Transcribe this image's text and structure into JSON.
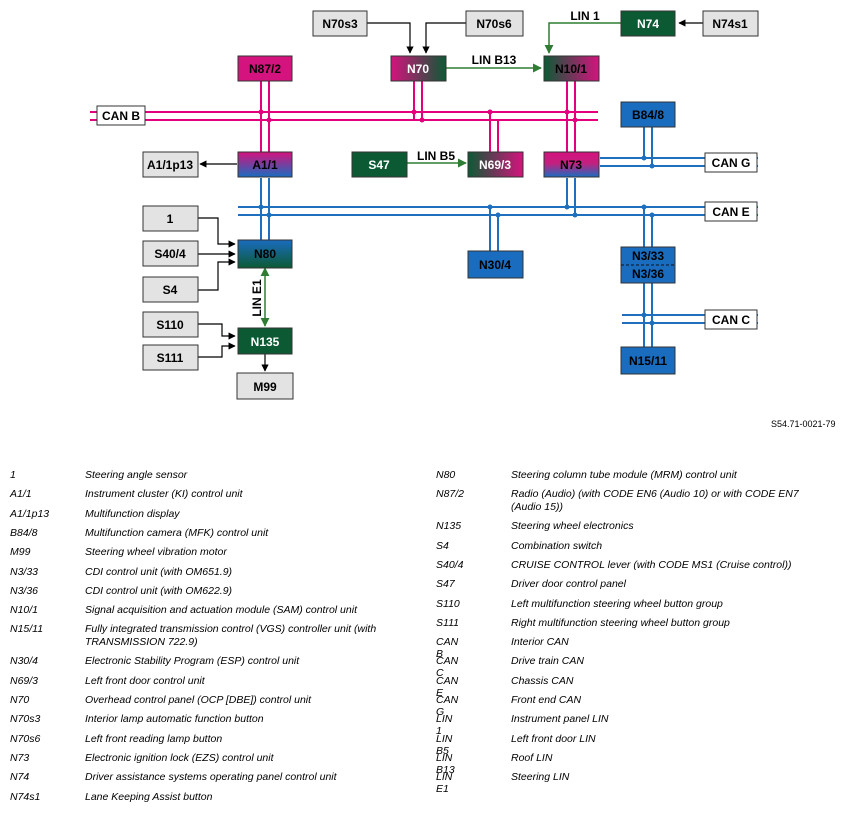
{
  "diagram": {
    "units": {
      "N70s3": "N70s3",
      "N70s6": "N70s6",
      "N74": "N74",
      "N74s1": "N74s1",
      "N87_2": "N87/2",
      "N70": "N70",
      "N10_1": "N10/1",
      "B84_8": "B84/8",
      "A1_1p13": "A1/1p13",
      "A1_1": "A1/1",
      "S47": "S47",
      "N69_3": "N69/3",
      "N73": "N73",
      "U1": "1",
      "S40_4": "S40/4",
      "S4": "S4",
      "N80": "N80",
      "N30_4": "N30/4",
      "N3_33": "N3/33",
      "N3_36": "N3/36",
      "S110": "S110",
      "S111": "S111",
      "N135": "N135",
      "M99": "M99",
      "N15_11": "N15/11"
    },
    "buses": {
      "can_b": "CAN B",
      "can_g": "CAN G",
      "can_e": "CAN E",
      "can_c": "CAN C",
      "lin_1": "LIN 1",
      "lin_b13": "LIN B13",
      "lin_b5": "LIN B5",
      "lin_e1": "LIN E1"
    },
    "reference": "S54.71-0021-79",
    "colors": {
      "can_b_line": "#e4007c",
      "can_e_line": "#1f6fbf",
      "lin_line": "#2e7d32",
      "box_green": "#0c5a34",
      "box_blue": "#1a6cbf",
      "box_magenta": "#d4137e",
      "box_grey": "#e3e3e3"
    }
  },
  "legend": {
    "left": [
      {
        "code": "1",
        "desc": "Steering angle sensor"
      },
      {
        "code": "A1/1",
        "desc": "Instrument cluster (KI) control unit"
      },
      {
        "code": "A1/1p13",
        "desc": "Multifunction display"
      },
      {
        "code": "B84/8",
        "desc": "Multifunction camera (MFK) control unit"
      },
      {
        "code": "M99",
        "desc": "Steering wheel vibration motor"
      },
      {
        "code": "N3/33",
        "desc": "CDI control unit (with OM651.9)"
      },
      {
        "code": "N3/36",
        "desc": "CDI control unit (with OM622.9)"
      },
      {
        "code": "N10/1",
        "desc": "Signal acquisition and actuation module (SAM) control unit"
      },
      {
        "code": "N15/11",
        "desc": "Fully integrated transmission control (VGS) controller unit (with TRANSMISSION 722.9)"
      },
      {
        "code": "N30/4",
        "desc": "Electronic Stability Program (ESP) control unit"
      },
      {
        "code": "N69/3",
        "desc": "Left front door control unit"
      },
      {
        "code": "N70",
        "desc": "Overhead control panel (OCP [DBE]) control unit"
      },
      {
        "code": "N70s3",
        "desc": "Interior lamp automatic function button"
      },
      {
        "code": "N70s6",
        "desc": "Left front reading lamp button"
      },
      {
        "code": "N73",
        "desc": "Electronic ignition lock (EZS) control unit"
      },
      {
        "code": "N74",
        "desc": "Driver assistance systems operating panel control unit"
      },
      {
        "code": "N74s1",
        "desc": "Lane Keeping Assist button"
      }
    ],
    "right": [
      {
        "code": "N80",
        "desc": "Steering column tube module (MRM) control unit"
      },
      {
        "code": "N87/2",
        "desc": "Radio (Audio) (with CODE EN6 (Audio 10) or with CODE EN7 (Audio 15))"
      },
      {
        "code": "N135",
        "desc": "Steering wheel electronics"
      },
      {
        "code": "S4",
        "desc": "Combination switch"
      },
      {
        "code": "S40/4",
        "desc": "CRUISE CONTROL lever (with CODE MS1 (Cruise control))"
      },
      {
        "code": "S47",
        "desc": "Driver door control panel"
      },
      {
        "code": "S110",
        "desc": "Left multifunction steering wheel button group"
      },
      {
        "code": "S111",
        "desc": "Right multifunction steering wheel button group"
      },
      {
        "code": "CAN B",
        "desc": "Interior CAN"
      },
      {
        "code": "CAN C",
        "desc": "Drive train CAN"
      },
      {
        "code": "CAN E",
        "desc": "Chassis CAN"
      },
      {
        "code": "CAN G",
        "desc": "Front end CAN"
      },
      {
        "code": "LIN 1",
        "desc": "Instrument panel LIN"
      },
      {
        "code": "LIN B5",
        "desc": "Left front door LIN"
      },
      {
        "code": "LIN B13",
        "desc": "Roof LIN"
      },
      {
        "code": "LIN E1",
        "desc": "Steering LIN"
      }
    ]
  }
}
